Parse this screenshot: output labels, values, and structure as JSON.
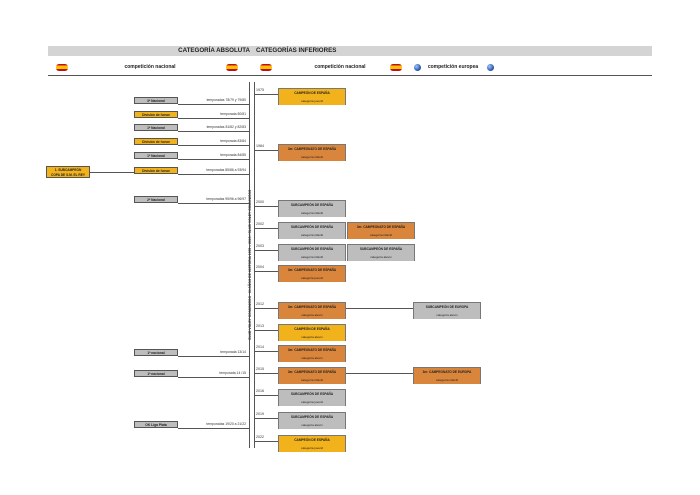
{
  "header": {
    "absolute": "CATEGORÍA ABSOLUTA",
    "lower": "CATEGORÍAS INFERIORES"
  },
  "subheader": {
    "national_left": "competición nacional",
    "national_right": "competición nacional",
    "europe": "competición europea"
  },
  "vertical_text": "CLUB VOLEY COMUNICOS · 64 AÑOS DE HISTORIA 1955 – 2019 / CLUB VOLEY COMUNICOS",
  "absolute_rows": [
    {
      "label": "3ª Nacional",
      "color": "g",
      "seasons": "temporadas 78/79 y 79/80"
    },
    {
      "label": "División de honor",
      "color": "y",
      "seasons": "temporada 80/81"
    },
    {
      "label": "1ª Nacional",
      "color": "g",
      "seasons": "temporadas 81/82 y 82/83"
    },
    {
      "label": "División de honor",
      "color": "y",
      "seasons": "temporada 83/84"
    },
    {
      "label": "1ª Nacional",
      "color": "g",
      "seasons": "temporada 84/85"
    },
    {
      "label": "División de honor",
      "color": "y",
      "seasons": "temporadas 85/86 a 93/94"
    },
    {
      "label": "2ª Nacional",
      "color": "g",
      "seasons": "temporadas 95/96 a 96/97"
    },
    {
      "label": "1ª nacional",
      "color": "g",
      "seasons": "temporada 13/14"
    },
    {
      "label": "1ª nacional",
      "color": "g",
      "seasons": "temporada 14 /15"
    },
    {
      "label": "OK Liga Plata",
      "color": "g",
      "seasons": "temporadas 19/20 a 21/22"
    }
  ],
  "cup": {
    "line1": "1. SUBCAMPEÓN",
    "line2": "COPA DE S.M. EL REY"
  },
  "lower_rows": [
    {
      "year": "1975",
      "awards": [
        {
          "title": "CAMPEÓN DE ESPAÑA",
          "cat": "categoría juvenil",
          "color": "y"
        }
      ]
    },
    {
      "year": "1984",
      "awards": [
        {
          "title": "3er. CAMPEONATO DE ESPAÑA",
          "cat": "categoría infantil",
          "color": "o"
        }
      ]
    },
    {
      "year": "2000",
      "awards": [
        {
          "title": "SUBCAMPEÓN DE ESPAÑA",
          "cat": "categoría infantil",
          "color": "g"
        }
      ]
    },
    {
      "year": "2002",
      "awards": [
        {
          "title": "SUBCAMPEÓN DE ESPAÑA",
          "cat": "categoría infantil",
          "color": "g"
        },
        {
          "title": "3er. CAMPEONATO DE ESPAÑA",
          "cat": "categoría infantil",
          "color": "o"
        }
      ]
    },
    {
      "year": "2003",
      "awards": [
        {
          "title": "SUBCAMPEÓN DE ESPAÑA",
          "cat": "categoría infantil",
          "color": "g"
        },
        {
          "title": "SUBCAMPEÓN DE ESPAÑA",
          "cat": "categoría alevín",
          "color": "g"
        }
      ]
    },
    {
      "year": "2004",
      "awards": [
        {
          "title": "3er. CAMPEONATO DE ESPAÑA",
          "cat": "categoría juvenil",
          "color": "o"
        }
      ]
    },
    {
      "year": "2012",
      "awards": [
        {
          "title": "3er. CAMPEONATO DE ESPAÑA",
          "cat": "categoría alevín",
          "color": "o"
        }
      ],
      "europe": {
        "title": "SUBCAMPEÓN DE EUROPA",
        "cat": "categoría alevín",
        "color": "g"
      }
    },
    {
      "year": "2013",
      "awards": [
        {
          "title": "CAMPEÓN DE ESPAÑA",
          "cat": "categoría alevín",
          "color": "y"
        }
      ]
    },
    {
      "year": "2014",
      "awards": [
        {
          "title": "3er. CAMPEONATO DE ESPAÑA",
          "cat": "categoría alevín",
          "color": "o"
        }
      ]
    },
    {
      "year": "2015",
      "awards": [
        {
          "title": "3er. CAMPEONATO DE ESPAÑA",
          "cat": "categoría infantil",
          "color": "o"
        }
      ],
      "europe": {
        "title": "3er. CAMPEONATO DE EUROPA",
        "cat": "categoría infantil",
        "color": "o"
      }
    },
    {
      "year": "2016",
      "awards": [
        {
          "title": "SUBCAMPEÓN DE ESPAÑA",
          "cat": "categoría juvenil",
          "color": "g"
        }
      ]
    },
    {
      "year": "2019",
      "awards": [
        {
          "title": "SUBCAMPEÓN DE ESPAÑA",
          "cat": "categoría alevín",
          "color": "g"
        }
      ]
    },
    {
      "year": "2022",
      "awards": [
        {
          "title": "CAMPEÓN DE ESPAÑA",
          "cat": "categoría juvenil",
          "color": "y"
        }
      ]
    }
  ],
  "colors": {
    "gray": "#bdbdbd",
    "yellow": "#f2b21b",
    "orange": "#d9853b"
  }
}
